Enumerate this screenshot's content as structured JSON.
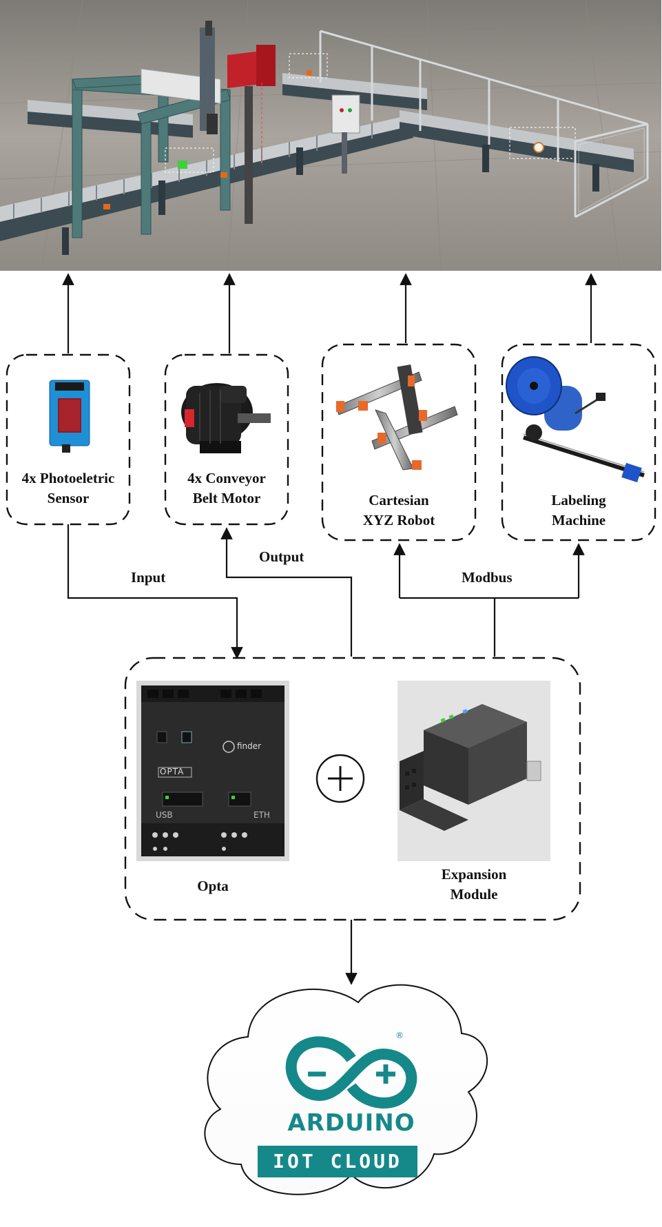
{
  "devices": {
    "sensor": {
      "line1": "4x Photoeletric",
      "line2": "Sensor"
    },
    "motor": {
      "line1": "4x Conveyor",
      "line2": "Belt Motor"
    },
    "robot": {
      "line1": "Cartesian",
      "line2": "XYZ Robot"
    },
    "labeler": {
      "line1": "Labeling",
      "line2": "Machine"
    }
  },
  "connections": {
    "input": "Input",
    "output": "Output",
    "modbus": "Modbus"
  },
  "controller": {
    "opta": "Opta",
    "expansion_line1": "Expansion",
    "expansion_line2": "Module",
    "opta_panel_text": "OPTA",
    "opta_brand": "finder",
    "usb_text": "USB",
    "eth_text": "ETH"
  },
  "cloud": {
    "brand": "ARDUINO",
    "badge": "IOT CLOUD",
    "registered": "®"
  },
  "colors": {
    "arduino_teal": "#15888a",
    "sensor_blue": "#1f8fd6",
    "robot_orange": "#e8692a",
    "labeler_blue": "#1e54c8",
    "floor_gray": "#9c9791"
  }
}
